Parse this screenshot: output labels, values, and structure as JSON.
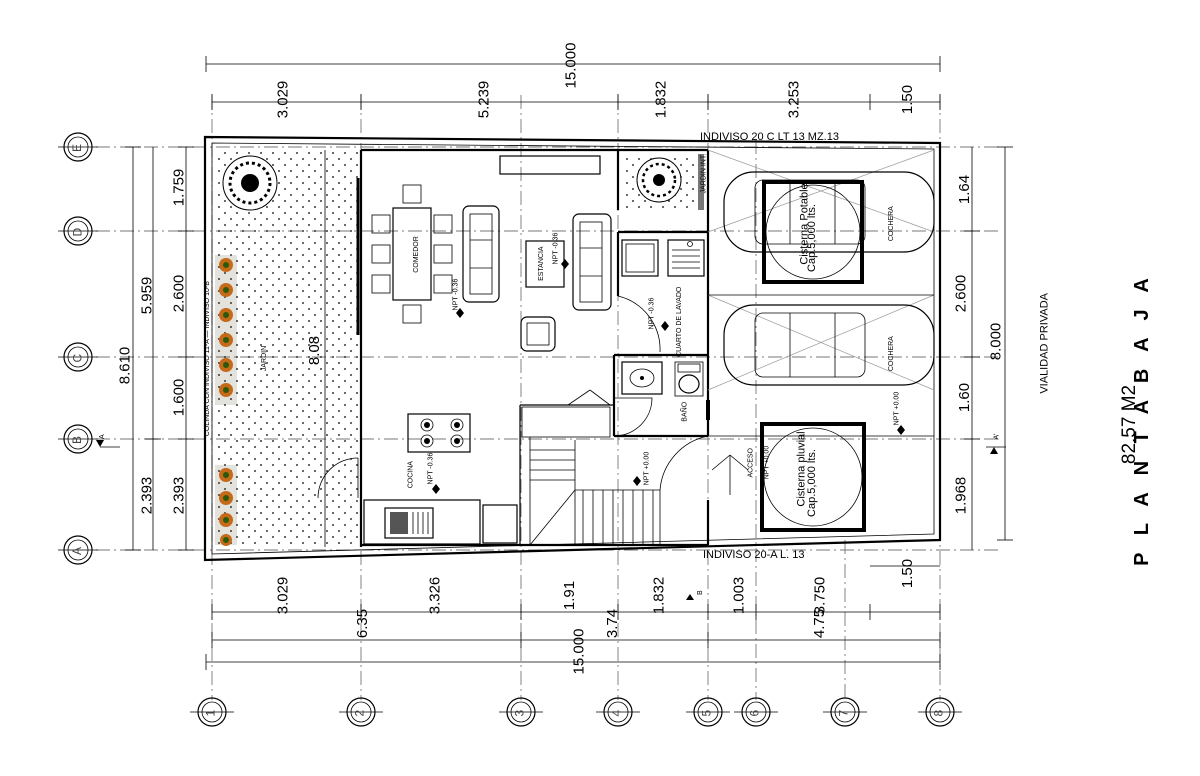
{
  "plan": {
    "title": "P L A N T A  B A J A",
    "area": "82.57 M2",
    "street_label": "VIALIDAD PRIVADA",
    "neighbor_top": "INDIVISO 20 C LT 13 MZ.13",
    "neighbor_bottom": "INDIVISO 20-A L. 13",
    "neighbor_left": "COLINDA CON INDIVISO 11-A — INDIVISO 10-B"
  },
  "axes": {
    "letters": [
      "E",
      "D",
      "C",
      "B",
      "A"
    ],
    "numbers": [
      "1",
      "2",
      "3",
      "4",
      "5",
      "6",
      "7",
      "8"
    ]
  },
  "dims_top": {
    "total": "15.000",
    "segments": [
      "3.029",
      "5.239",
      "1.832",
      "3.253",
      "1.50"
    ]
  },
  "dims_bottom": {
    "row1": [
      "3.029",
      "3.326",
      "1.91",
      "1.832",
      "1.003",
      "3.750",
      "1.50"
    ],
    "row2": [
      "6.35",
      "3.74",
      "4.75"
    ],
    "total": "15.000"
  },
  "dims_left": {
    "total": "8.610",
    "mid": [
      "5.959",
      "2.393"
    ],
    "inner": [
      "1.759",
      "2.600",
      "1.600",
      "2.393"
    ],
    "garden": "8.08"
  },
  "dims_right": {
    "inner": [
      "1.64",
      "2.600",
      "1.60",
      "1.968"
    ],
    "total": "8.000"
  },
  "rooms": {
    "comedor": "COMEDOR",
    "estancia": "ESTANCIA",
    "cocina": "COCINA",
    "cuarto_lavado": "CUARTO DE LAVADO",
    "bano": "BAÑO",
    "acceso": "ACCESO",
    "cochera_1": "COCHERA",
    "cochera_2": "COCHERA",
    "jardin": "JARDIN",
    "jardin_int": "JARDIN INT."
  },
  "levels": {
    "npt_comedor": "NPT -0.36",
    "npt_estancia": "NPT -0.36",
    "npt_lavado": "NPT -0.36",
    "npt_cocina": "NPT -0.36",
    "npt_stair": "NPT +0.00",
    "npt_garage": "NPT +0.00",
    "npt_acceso": "NPT +0.00"
  },
  "tanks": {
    "potable": [
      "Cisterna Potable",
      "Cap.5,000 lts."
    ],
    "pluvial": [
      "Cisterna pluvial",
      "Cap.5,000 lts."
    ]
  },
  "sections": {
    "a": "A",
    "a_prime": "A'",
    "b": "B"
  }
}
